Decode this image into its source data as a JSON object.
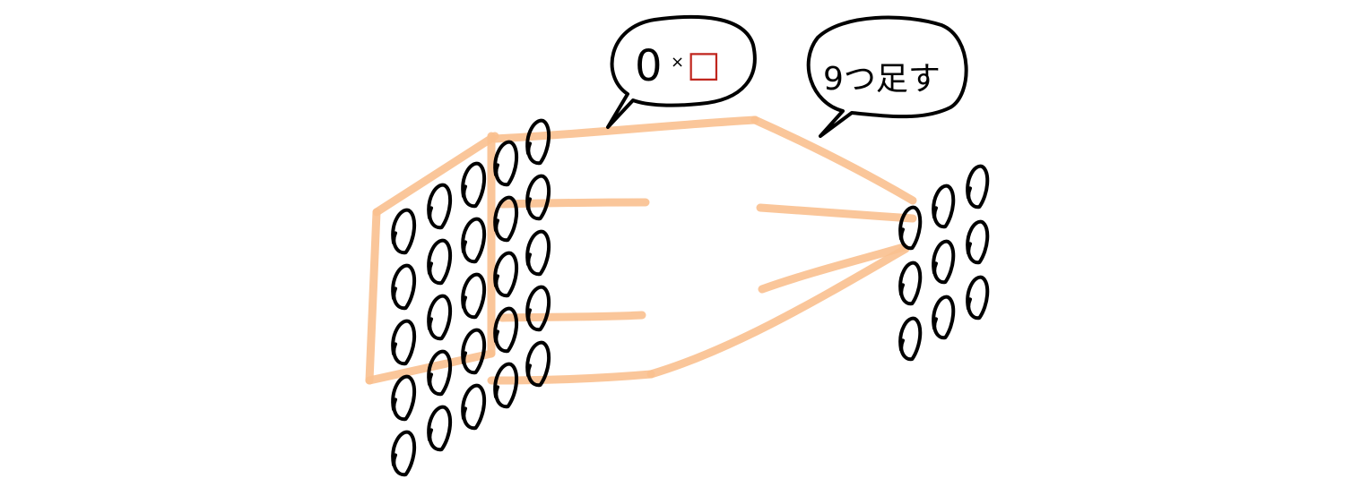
{
  "colors": {
    "ink": "#000000",
    "beam": "#f9c08f",
    "kernel": "#c0261e",
    "background": "#ffffff"
  },
  "input_grid": {
    "columns": 5,
    "rows_per_column": [
      5,
      5,
      5,
      5,
      5
    ],
    "glyph": "0"
  },
  "output_grid": {
    "columns": 3,
    "rows_per_column": [
      3,
      3,
      3
    ],
    "glyph": "0"
  },
  "kernel": {
    "rows": 3,
    "cols": 3
  },
  "bubble_left": {
    "symbol_left": "0",
    "operator": "×",
    "symbol_right": "□"
  },
  "bubble_right": {
    "text": "9つ足す"
  }
}
